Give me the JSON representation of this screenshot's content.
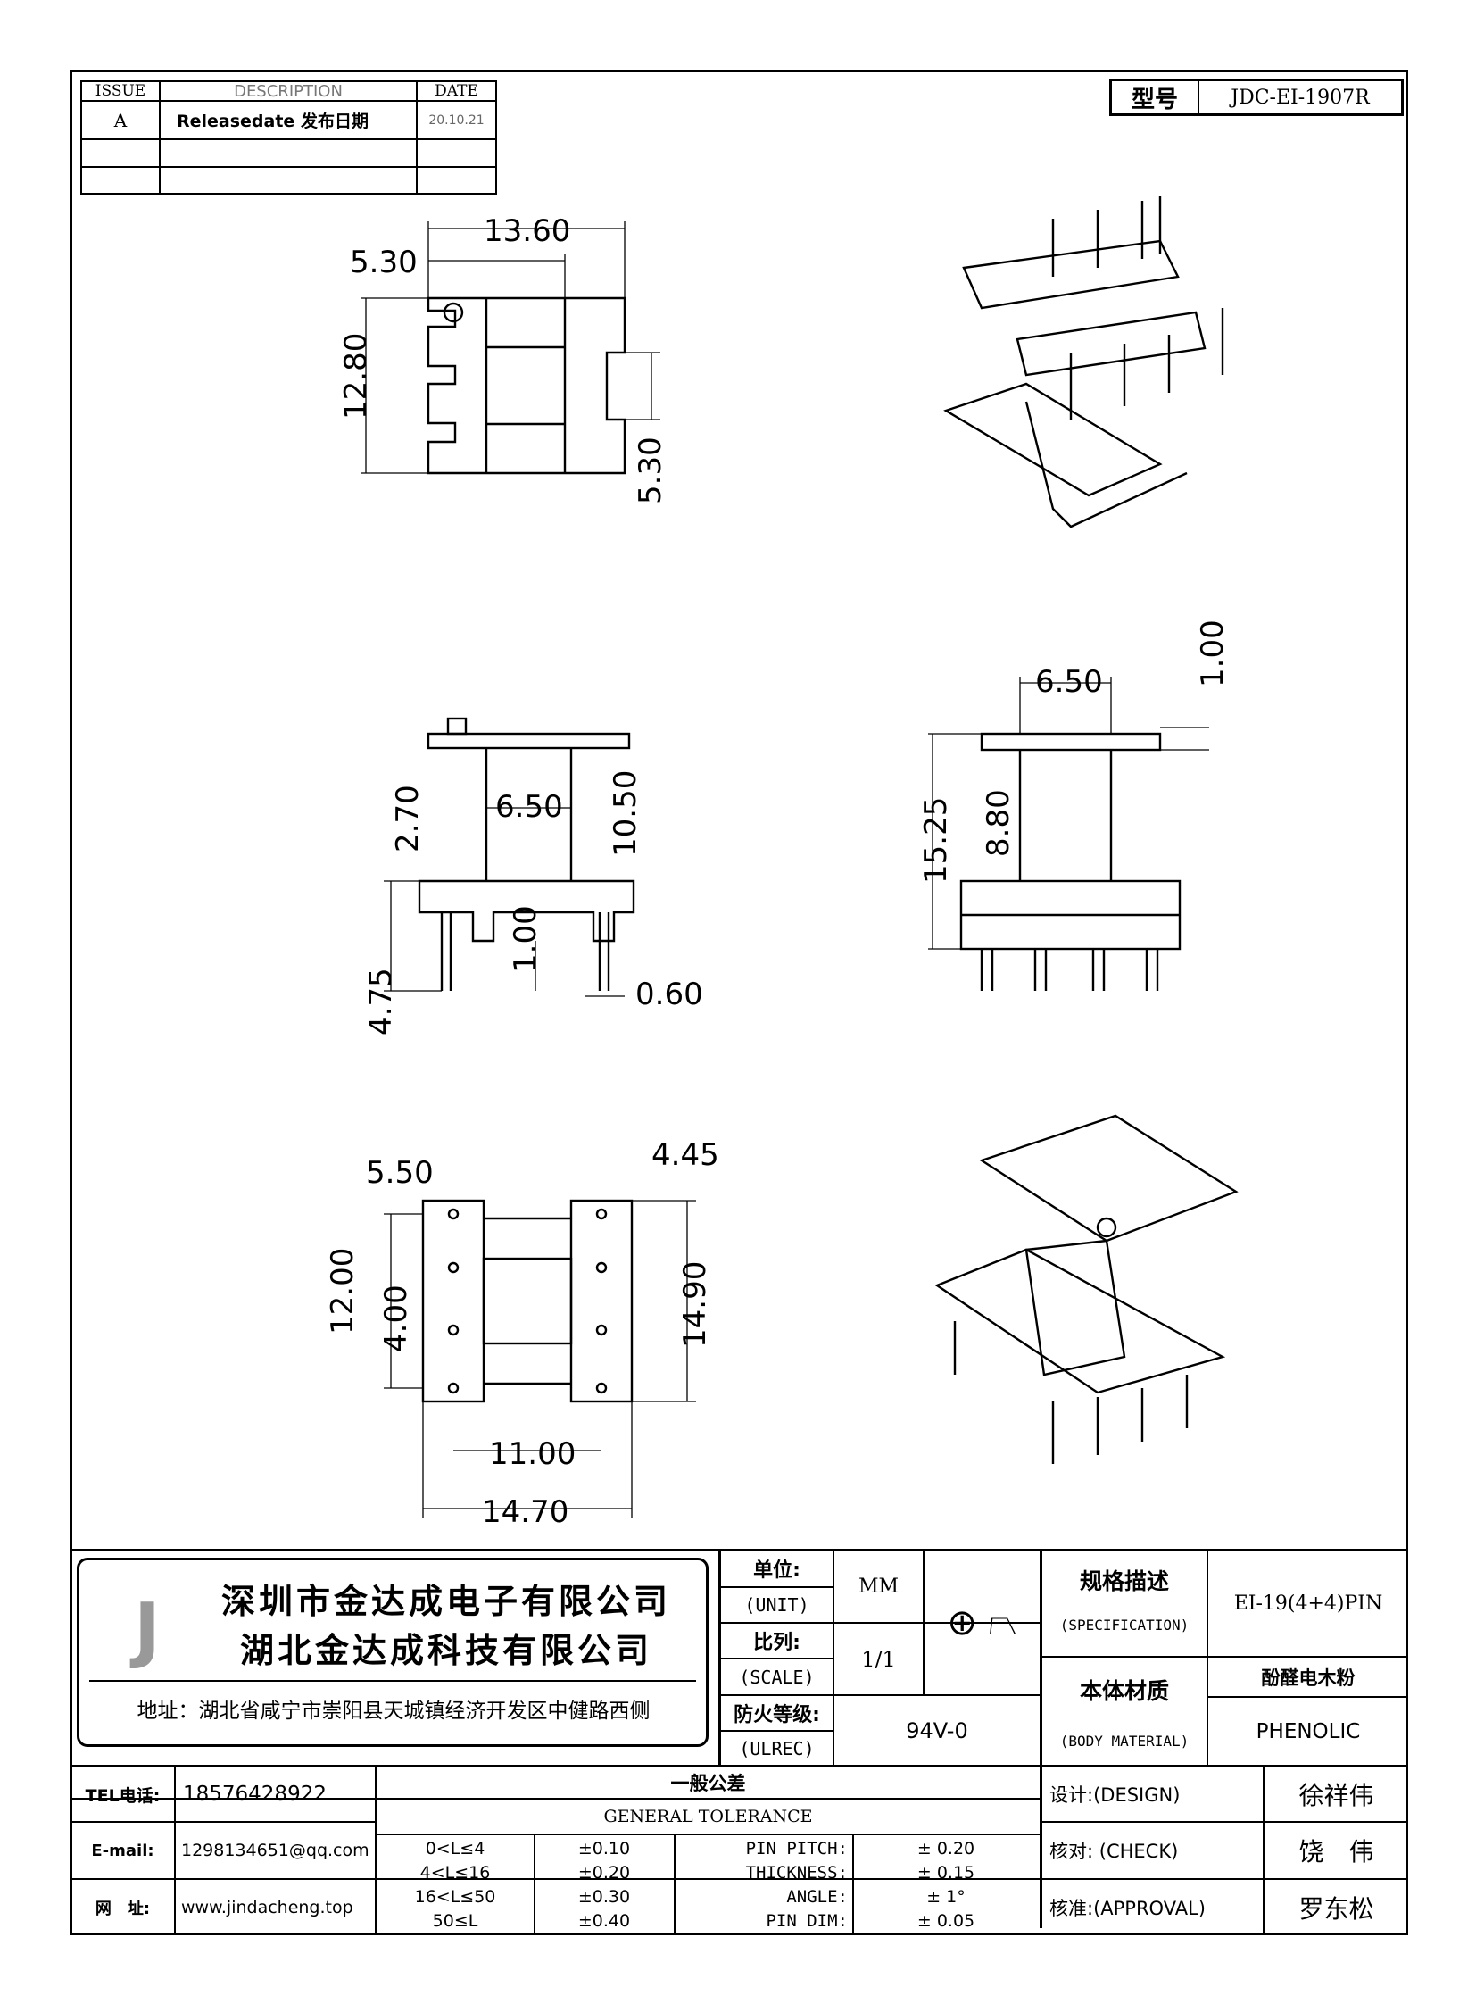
{
  "revision_table": {
    "headers": [
      "ISSUE",
      "DESCRIPTION",
      "DATE"
    ],
    "rows": [
      [
        "A",
        "Releasedate 发布日期",
        "20.10.21"
      ],
      [
        "",
        "",
        ""
      ],
      [
        "",
        "",
        ""
      ]
    ]
  },
  "model": {
    "label": "型号",
    "value": "JDC-EI-1907R"
  },
  "dimensions": {
    "top_view": {
      "A": "13.60",
      "B": "5.30",
      "C": "12.80",
      "D": "5.30"
    },
    "front_view": {
      "E": "6.50",
      "F": "10.50",
      "G": "2.70",
      "H": "4.75",
      "I": "1.00",
      "J": "0.60"
    },
    "side_view": {
      "K": "6.50",
      "L": "1.00",
      "M": "15.25",
      "N": "8.80"
    },
    "bottom_view": {
      "O": "5.50",
      "P": "4.45",
      "Q": "12.00",
      "R": "4.00",
      "S": "14.90",
      "T": "11.00",
      "U": "14.70"
    }
  },
  "title_block": {
    "company_cn_1": "深圳市金达成电子有限公司",
    "company_cn_2": "湖北金达成科技有限公司",
    "address": "地址：湖北省咸宁市崇阳县天城镇经济开发区中健路西侧",
    "unit_label": "单位:",
    "unit_label_en": "(UNIT)",
    "unit_value": "MM",
    "scale_label": "比列:",
    "scale_label_en": "(SCALE)",
    "scale_value": "1/1",
    "fire_label": "防火等级:",
    "fire_label_en": "(ULREC)",
    "fire_value": "94V-0",
    "spec_label": "规格描述",
    "spec_label_en": "(SPECIFICATION)",
    "spec_value": "EI-19(4+4)PIN",
    "material_label": "本体材质",
    "material_label_en": "(BODY MATERIAL)",
    "material_cn": "酚醛电木粉",
    "material_en": "PHENOLIC",
    "tel_label": "TEL电话:",
    "tel_value": "18576428922",
    "email_label": "E-mail:",
    "email_value": "1298134651@qq.com",
    "web_label": "网　址:",
    "web_value": "www.jindacheng.top",
    "tolerance_title_cn": "一般公差",
    "tolerance_title_en": "GENERAL TOLERANCE",
    "tol_ranges": [
      "0<L≤4",
      "4<L≤16",
      "16<L≤50",
      "50≤L"
    ],
    "tol_values": [
      "±0.10",
      "±0.20",
      "±0.30",
      "±0.40"
    ],
    "tol_items": [
      "PIN PITCH:",
      "THICKNESS:",
      "ANGLE:",
      "PIN DIM:"
    ],
    "tol_item_values": [
      "±  0.20",
      "±  0.15",
      "±  1°",
      "±  0.05"
    ],
    "design_label": "设计:(DESIGN)",
    "design_name": "徐祥伟",
    "check_label": "核对: (CHECK)",
    "check_name": "饶　伟",
    "approval_label": "核准:(APPROVAL)",
    "approval_name": "罗东松"
  }
}
